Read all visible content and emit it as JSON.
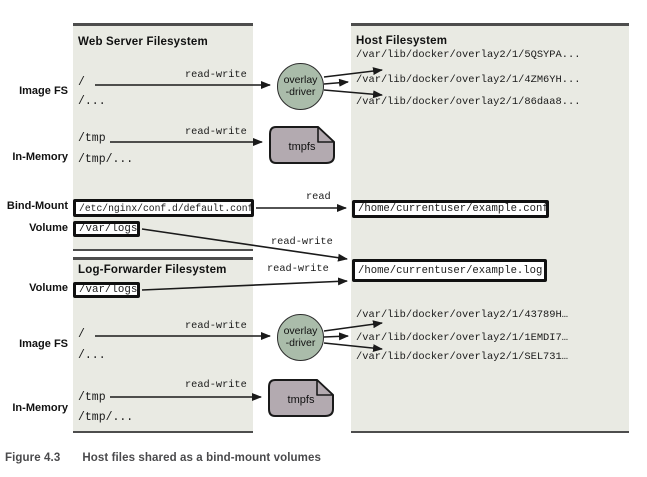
{
  "figure": {
    "label": "Figure 4.3",
    "caption": "Host files shared as a bind-mount volumes"
  },
  "side_labels": {
    "image_fs_top": "Image FS",
    "in_memory_top": "In-Memory",
    "bind_mount": "Bind-Mount",
    "volume_top": "Volume",
    "volume_bottom": "Volume",
    "image_fs_bottom": "Image FS",
    "in_memory_bottom": "In-Memory"
  },
  "web_server": {
    "title": "Web Server Filesystem",
    "root": "/",
    "root_dots": "/...",
    "tmp": "/tmp",
    "tmp_dots": "/tmp/...",
    "bind_mount_path": "/etc/nginx/conf.d/default.conf",
    "volume_path": "/var/logs"
  },
  "log_forwarder": {
    "title": "Log-Forwarder Filesystem",
    "volume_path": "/var/logs",
    "root": "/",
    "root_dots": "/...",
    "tmp": "/tmp",
    "tmp_dots": "/tmp/..."
  },
  "host": {
    "title": "Host Filesystem",
    "overlay_paths_top": [
      "/var/lib/docker/overlay2/1/5QSYPA...",
      "/var/lib/docker/overlay2/1/4ZM6YH...",
      "/var/lib/docker/overlay2/1/86daa8..."
    ],
    "bind_mount_target": "/home/currentuser/example.conf",
    "volume_target": "/home/currentuser/example.log",
    "overlay_paths_bottom": [
      "/var/lib/docker/overlay2/1/43789H…",
      "/var/lib/docker/overlay2/1/1EMDI7…",
      "/var/lib/docker/overlay2/1/SEL731…"
    ]
  },
  "nodes": {
    "overlay_line1": "overlay",
    "overlay_line2": "-driver",
    "tmpfs": "tmpfs"
  },
  "arrows": {
    "read_write": "read-write",
    "read": "read"
  },
  "colors": {
    "panel_bg": "#e9eae3",
    "panel_border": "#4d4d4d",
    "overlay_driver_fill": "#aabcaa",
    "tmpfs_fill": "#b3aab0",
    "arrow": "#1a1a1a",
    "caption_text": "#4a4a4c"
  }
}
